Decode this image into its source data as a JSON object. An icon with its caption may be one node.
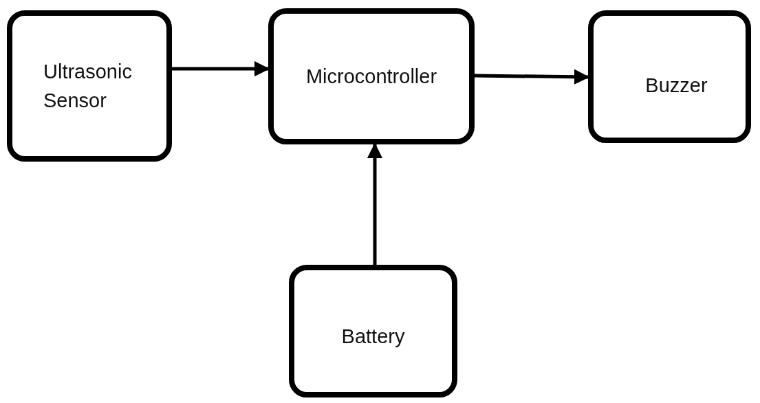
{
  "diagram": {
    "nodes": [
      {
        "text": [
          "Ultrasonic Sensor"
        ]
      },
      {
        "text": [
          "Microcontroller"
        ]
      },
      {
        "text": [
          "Buzzer"
        ]
      },
      {
        "text": [
          "Battery"
        ]
      }
    ],
    "edges": [
      {
        "from": 0,
        "to": 1,
        "arrow": "to"
      },
      {
        "from": 1,
        "to": 2,
        "arrow": "to"
      },
      {
        "from": 3,
        "to": 1,
        "arrow": "to"
      }
    ]
  }
}
